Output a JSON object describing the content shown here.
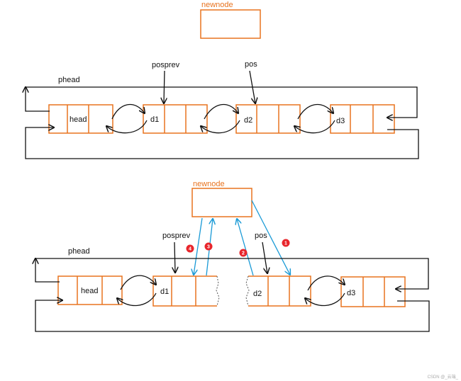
{
  "top": {
    "newnode_label": "newnode",
    "phead_label": "phead",
    "posprev_label": "posprev",
    "pos_label": "pos",
    "nodes": [
      "head",
      "d1",
      "d2",
      "d3"
    ]
  },
  "bottom": {
    "newnode_label": "newnode",
    "phead_label": "phead",
    "posprev_label": "posprev",
    "pos_label": "pos",
    "nodes": [
      "head",
      "d1",
      "d2",
      "d3"
    ],
    "steps": [
      "1",
      "2",
      "3",
      "4"
    ]
  },
  "watermark": "CSDN @_云端_",
  "colors": {
    "node_border": "#e8731f",
    "link": "#111111",
    "new_link": "#1a9ad6",
    "step_badge": "#e8262c"
  }
}
